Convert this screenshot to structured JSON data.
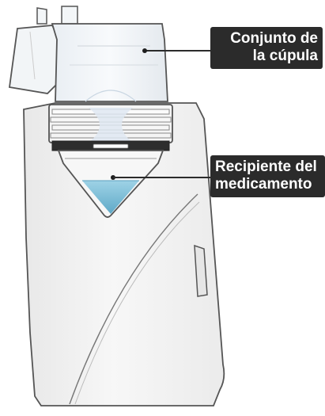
{
  "labels": {
    "dome_assembly": {
      "line1": "Conjunto de",
      "line2": "la cúpula"
    },
    "medication_cup": {
      "line1": "Recipiente del",
      "line2": "medicamento"
    }
  },
  "colors": {
    "outline": "#555555",
    "body_fill": "#f4f4f4",
    "dome_fill": "#eef2f5",
    "liquid": "#7fc0d8",
    "label_bg": "#2b2b2b",
    "label_text": "#ffffff"
  }
}
